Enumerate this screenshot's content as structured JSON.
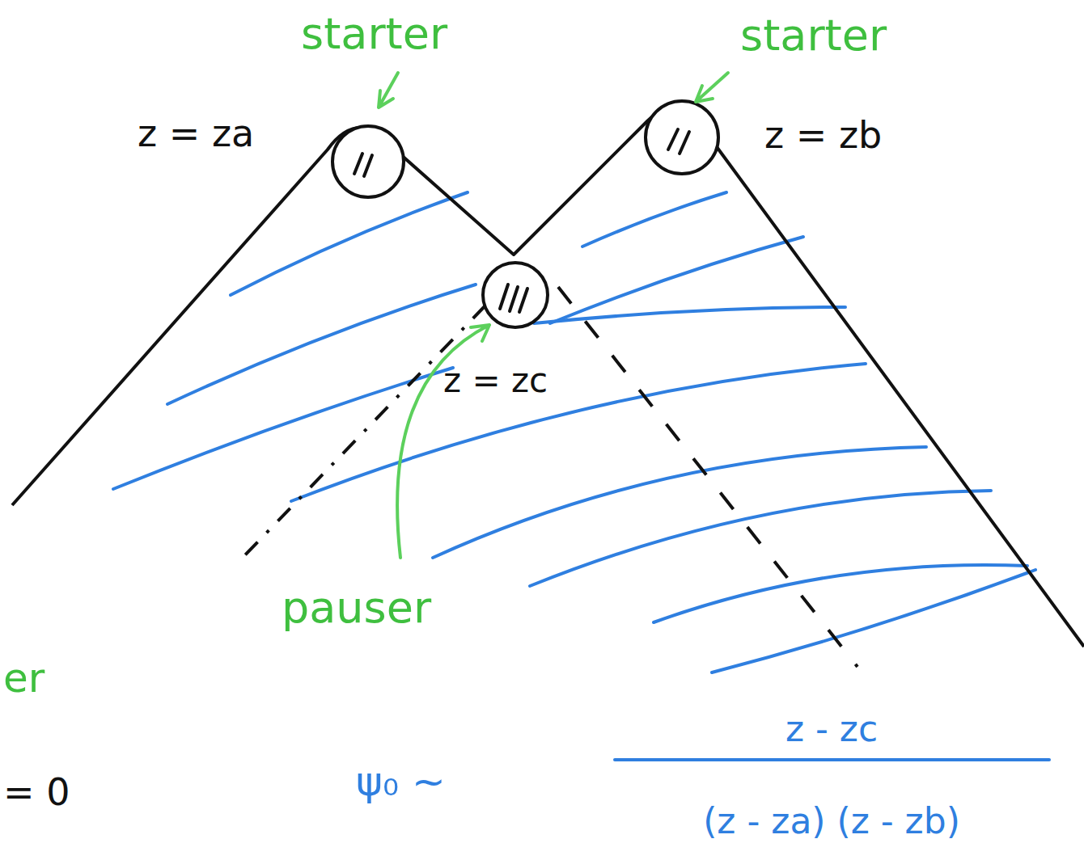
{
  "diagram": {
    "labels": [
      "starter",
      "starter",
      "z = za",
      "z = zb",
      "z = zc",
      "pauser",
      "er",
      "= 0",
      "ψ₀ ~",
      "z - zc",
      "(z - za) (z - zb)"
    ]
  }
}
